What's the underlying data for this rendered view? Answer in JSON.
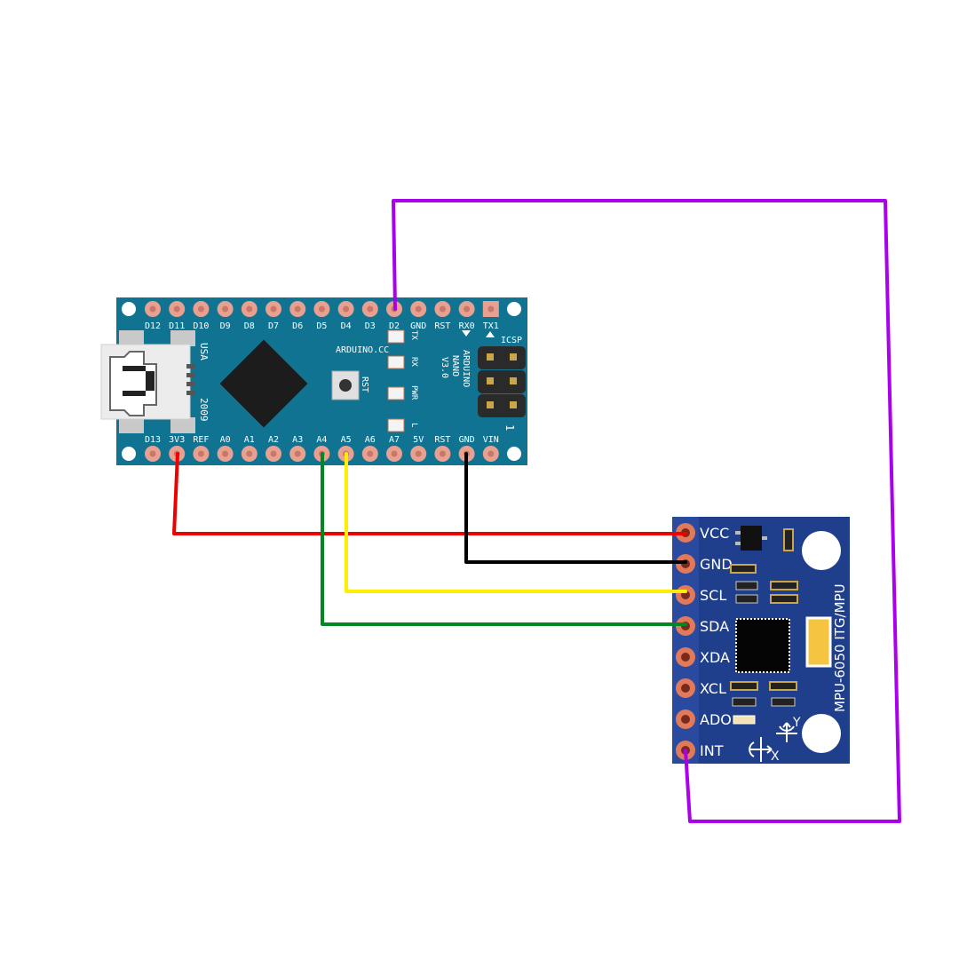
{
  "arduino": {
    "board_color": "#0f7391",
    "pin_color": "#e8a090",
    "top_pins": [
      "D12",
      "D11",
      "D10",
      "D9",
      "D8",
      "D7",
      "D6",
      "D5",
      "D4",
      "D3",
      "D2",
      "GND",
      "RST",
      "RX0",
      "TX1"
    ],
    "bottom_pins": [
      "D13",
      "3V3",
      "REF",
      "A0",
      "A1",
      "A2",
      "A3",
      "A4",
      "A5",
      "A6",
      "A7",
      "5V",
      "RST",
      "GND",
      "VIN"
    ],
    "usa_label": "USA",
    "year_label": "2009",
    "site_label": "ARDUINO.CC",
    "rst_label": "RST",
    "led_labels": [
      "TX",
      "RX",
      "PWR",
      "L"
    ],
    "model_lines": [
      "ARDUINO",
      "NANO",
      "V3.0"
    ],
    "icsp_label": "ICSP",
    "icsp_pin1": "1"
  },
  "mpu": {
    "board_color": "#1f3f8c",
    "pins": [
      "VCC",
      "GND",
      "SCL",
      "SDA",
      "XDA",
      "XCL",
      "ADO",
      "INT"
    ],
    "model_label": "MPU-6050 ITG/MPU",
    "axis_x": "X",
    "axis_y": "Y"
  },
  "wires": [
    {
      "from": "3V3",
      "to": "VCC",
      "color": "#ee0000"
    },
    {
      "from": "GND",
      "to": "GND",
      "color": "#000000"
    },
    {
      "from": "A5",
      "to": "SCL",
      "color": "#ffee00"
    },
    {
      "from": "A4",
      "to": "SDA",
      "color": "#008822"
    },
    {
      "from": "D2",
      "to": "INT",
      "color": "#aa00ee"
    }
  ]
}
